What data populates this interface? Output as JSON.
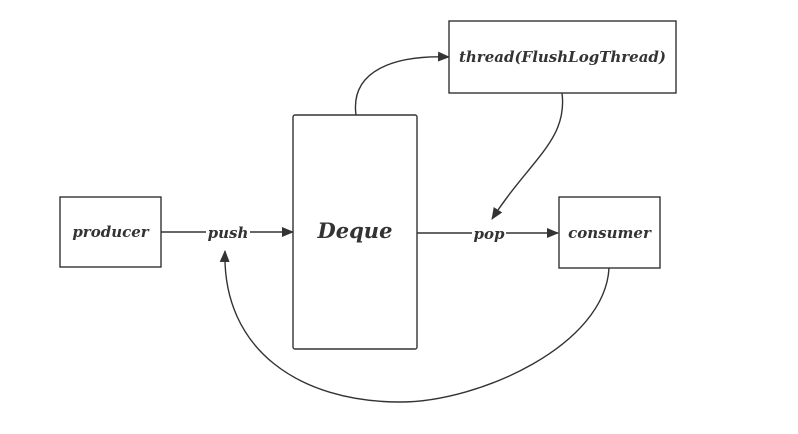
{
  "nodes": {
    "producer": "producer",
    "deque": "Deque",
    "thread": "thread(FlushLogThread)",
    "consumer": "consumer"
  },
  "edge_labels": {
    "push": "push",
    "pop": "pop"
  },
  "colors": {
    "stroke": "#333333",
    "background": "#ffffff"
  }
}
